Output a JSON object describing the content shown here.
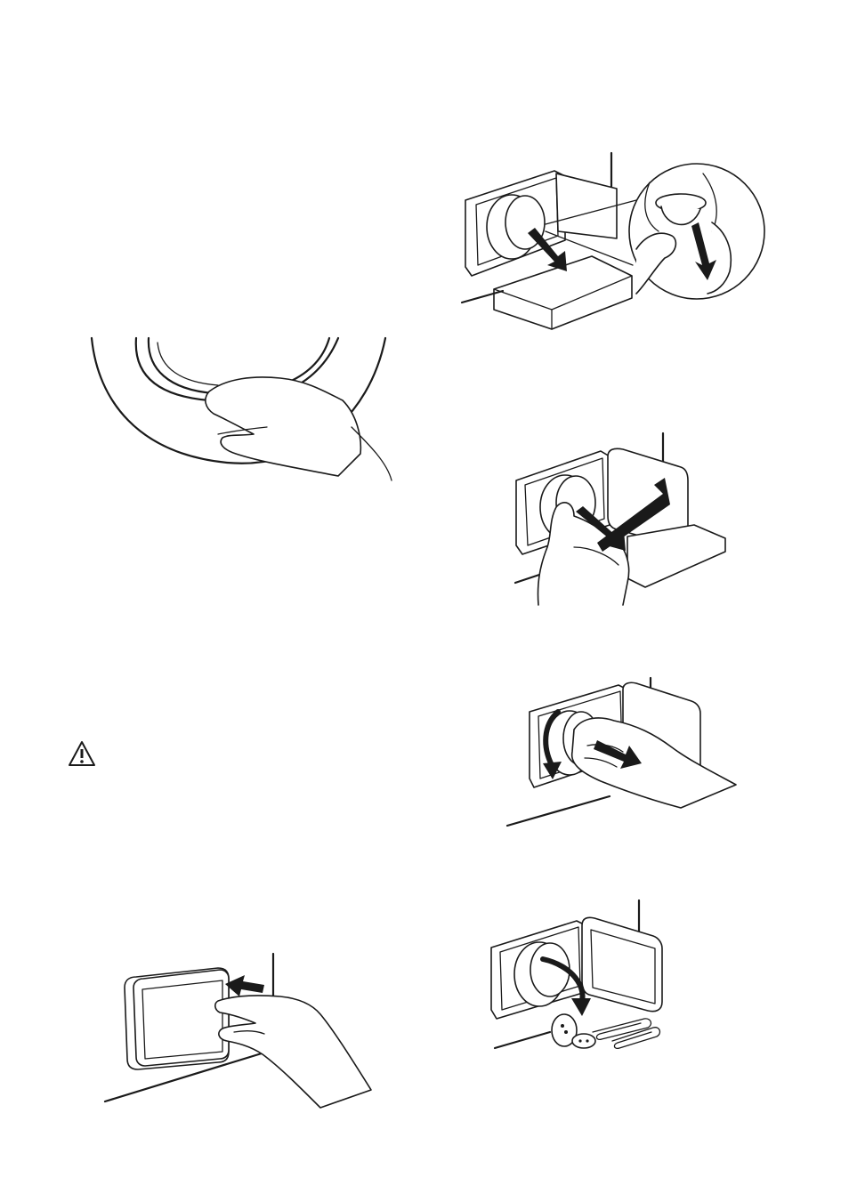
{
  "page": {
    "background": "#ffffff",
    "ink": "#1a1a1a"
  },
  "figures": [
    {
      "id": "drum-door-hand",
      "icon": "hand-on-drum-door-icon"
    },
    {
      "id": "pump-filter-draining",
      "icon": "drain-pump-filter-icon"
    },
    {
      "id": "pump-filter-turning",
      "icon": "turn-filter-icon"
    },
    {
      "id": "pump-filter-removing",
      "icon": "remove-filter-icon"
    },
    {
      "id": "pump-flap-closing",
      "icon": "close-flap-icon"
    },
    {
      "id": "pump-objects-removed",
      "icon": "remove-objects-icon"
    }
  ],
  "warning": {
    "icon": "warning-triangle-icon",
    "text": ""
  }
}
